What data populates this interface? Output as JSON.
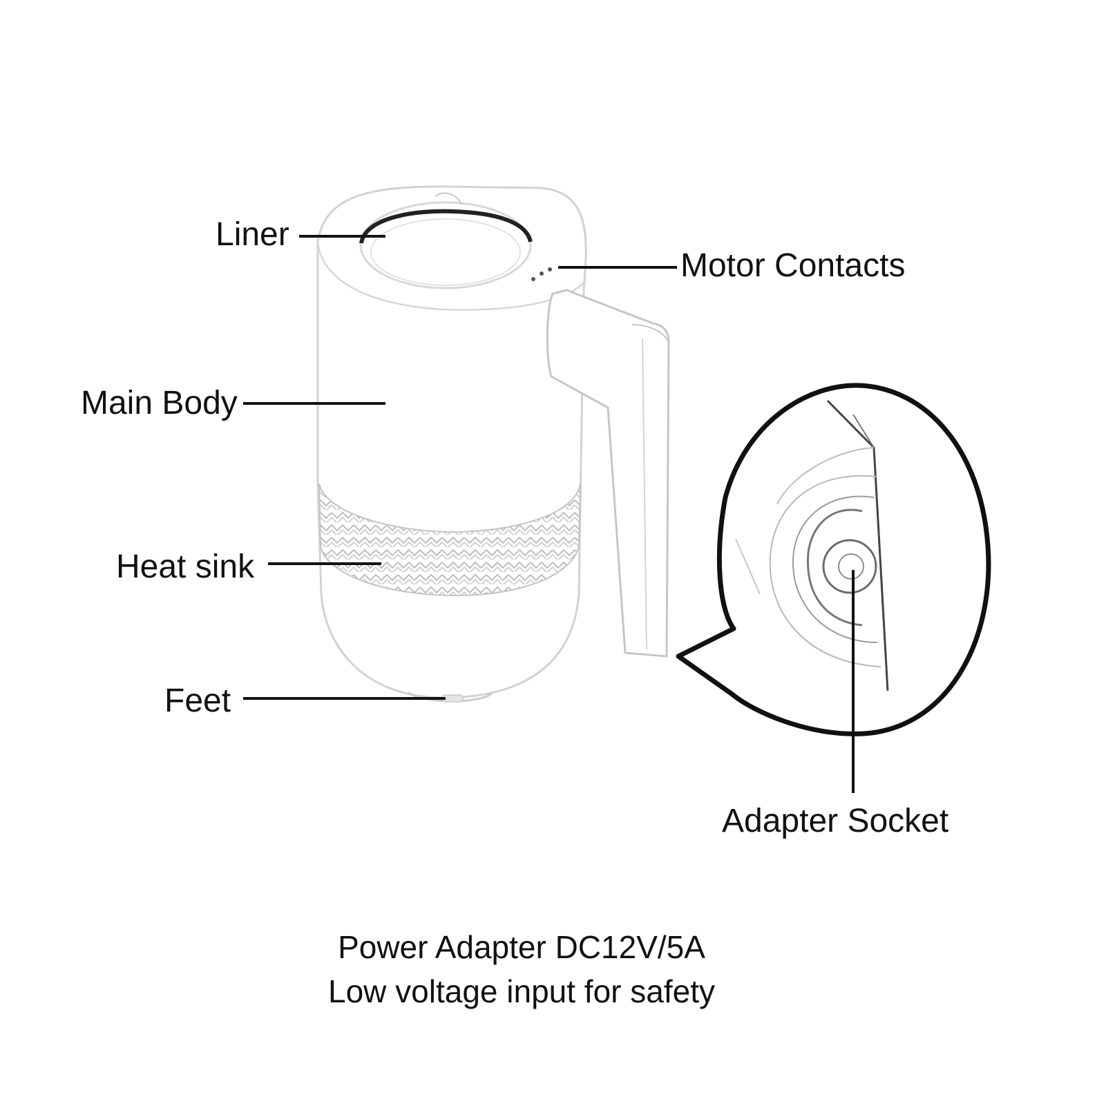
{
  "labels": {
    "liner": "Liner",
    "motor_contacts": "Motor Contacts",
    "main_body": "Main Body",
    "heat_sink": "Heat sink",
    "feet": "Feet",
    "adapter_socket": "Adapter Socket"
  },
  "caption": {
    "line1": "Power Adapter DC12V/5A",
    "line2": "Low voltage input for safety"
  },
  "colors": {
    "line": "#111111",
    "outline": "#cfcfcf",
    "background": "#ffffff"
  }
}
